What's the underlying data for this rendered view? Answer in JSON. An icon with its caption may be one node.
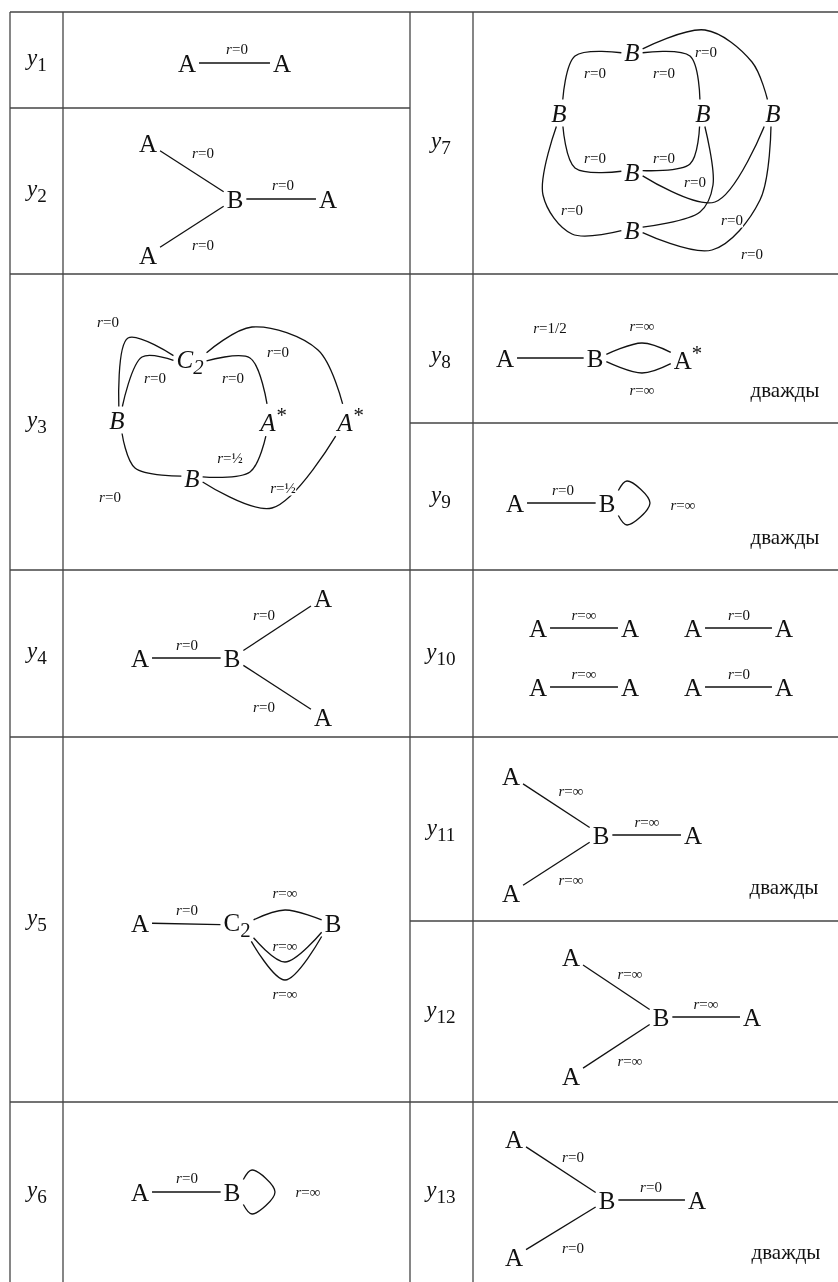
{
  "diagram": {
    "nodes": [
      {
        "text": [
          "A"
        ]
      },
      {
        "text": [
          "A"
        ]
      },
      {
        "text": [
          "A"
        ]
      },
      {
        "text": [
          "B"
        ]
      },
      {
        "text": [
          "A"
        ]
      },
      {
        "text": [
          "A"
        ]
      },
      {
        "text": [
          "C$_{2}$"
        ]
      },
      {
        "text": [
          "B"
        ]
      },
      {
        "text": [
          "A$^{*}$"
        ]
      },
      {
        "text": [
          "A$^{*}$"
        ]
      },
      {
        "text": [
          "B"
        ]
      },
      {
        "text": [
          "A"
        ]
      },
      {
        "text": [
          "B"
        ]
      },
      {
        "text": [
          "A"
        ]
      },
      {
        "text": [
          "A"
        ]
      },
      {
        "text": [
          "A"
        ]
      },
      {
        "text": [
          "C$_{2}$"
        ]
      },
      {
        "text": [
          "B"
        ]
      },
      {
        "text": [
          "A"
        ]
      },
      {
        "text": [
          "B"
        ]
      },
      {
        "text": [
          "B"
        ]
      },
      {
        "text": [
          "B"
        ]
      },
      {
        "text": [
          "B"
        ]
      },
      {
        "text": [
          "B"
        ]
      },
      {
        "text": [
          "B"
        ]
      },
      {
        "text": [
          "B"
        ]
      },
      {
        "text": [
          "A"
        ]
      },
      {
        "text": [
          "B"
        ]
      },
      {
        "text": [
          "A$^{*}$"
        ]
      },
      {
        "text": [
          "A"
        ]
      },
      {
        "text": [
          "B"
        ]
      },
      {
        "text": [
          "A"
        ]
      },
      {
        "text": [
          "A"
        ]
      },
      {
        "text": [
          "A"
        ]
      },
      {
        "text": [
          "A"
        ]
      },
      {
        "text": [
          "A"
        ]
      },
      {
        "text": [
          "A"
        ]
      },
      {
        "text": [
          "A"
        ]
      },
      {
        "text": [
          "A"
        ]
      },
      {
        "text": [
          "A"
        ]
      },
      {
        "text": [
          "B"
        ]
      },
      {
        "text": [
          "A"
        ]
      },
      {
        "text": [
          "A"
        ]
      },
      {
        "text": [
          "A"
        ]
      },
      {
        "text": [
          "B"
        ]
      },
      {
        "text": [
          "A"
        ]
      },
      {
        "text": [
          "A"
        ]
      },
      {
        "text": [
          "A"
        ]
      },
      {
        "text": [
          "B"
        ]
      },
      {
        "text": [
          "A"
        ]
      },
      {
        "text": [
          "A"
        ]
      }
    ],
    "edges": [
      {
        "from": 0,
        "to": 1,
        "arrow": "none",
        "label": "*r*=0"
      },
      {
        "from": 2,
        "to": 3,
        "arrow": "none",
        "label": "*r*=0"
      },
      {
        "from": 3,
        "to": 4,
        "arrow": "none",
        "label": "*r*=0"
      },
      {
        "from": 5,
        "to": 3,
        "arrow": "none",
        "label": "*r*=0"
      },
      {
        "from": 7,
        "to": 6,
        "arrow": "none",
        "label": "*r*=0"
      },
      {
        "from": 7,
        "to": 6,
        "arrow": "none",
        "label": "*r*=0"
      },
      {
        "from": 6,
        "to": 8,
        "arrow": "none",
        "label": "*r*=0"
      },
      {
        "from": 6,
        "to": 9,
        "arrow": "none",
        "label": "*r*=0"
      },
      {
        "from": 7,
        "to": 10,
        "arrow": "none",
        "label": "*r*=0"
      },
      {
        "from": 10,
        "to": 8,
        "arrow": "none",
        "label": "*r*=½"
      },
      {
        "from": 10,
        "to": 9,
        "arrow": "none",
        "label": "*r*=½"
      },
      {
        "from": 11,
        "to": 12,
        "arrow": "none",
        "label": "*r*=0"
      },
      {
        "from": 12,
        "to": 13,
        "arrow": "none",
        "label": "*r*=0"
      },
      {
        "from": 12,
        "to": 14,
        "arrow": "none",
        "label": "*r*=0"
      },
      {
        "from": 15,
        "to": 16,
        "arrow": "none",
        "label": "*r*=0"
      },
      {
        "from": 16,
        "to": 17,
        "arrow": "none",
        "label": "*r*=∞"
      },
      {
        "from": 16,
        "to": 17,
        "arrow": "none",
        "label": "*r*=∞"
      },
      {
        "from": 16,
        "to": 17,
        "arrow": "none",
        "label": "*r*=∞"
      },
      {
        "from": 18,
        "to": 19,
        "arrow": "none",
        "label": "*r*=0"
      },
      {
        "from": 19,
        "to": 19,
        "arrow": "none",
        "label": "*r*=∞"
      },
      {
        "from": 20,
        "to": 21,
        "arrow": "none",
        "label": "*r*=0"
      },
      {
        "from": 20,
        "to": 22,
        "arrow": "none",
        "label": "*r*=0"
      },
      {
        "from": 20,
        "to": 23,
        "arrow": "none",
        "label": "*r*=0"
      },
      {
        "from": 21,
        "to": 24,
        "arrow": "none",
        "label": "*r*=0"
      },
      {
        "from": 24,
        "to": 22,
        "arrow": "none",
        "label": "*r*=0"
      },
      {
        "from": 24,
        "to": 23,
        "arrow": "none",
        "label": "*r*=0"
      },
      {
        "from": 22,
        "to": 25,
        "arrow": "none",
        "label": "*r*=0"
      },
      {
        "from": 23,
        "to": 25,
        "arrow": "none",
        "label": "*r*=0"
      },
      {
        "from": 21,
        "to": 25,
        "arrow": "none",
        "label": "*r*=0"
      },
      {
        "from": 26,
        "to": 27,
        "arrow": "none",
        "label": "*r*=1/2"
      },
      {
        "from": 27,
        "to": 28,
        "arrow": "none",
        "label": "*r*=∞"
      },
      {
        "from": 27,
        "to": 28,
        "arrow": "none",
        "label": "*r*=∞"
      },
      {
        "from": 29,
        "to": 30,
        "arrow": "none",
        "label": "*r*=0"
      },
      {
        "from": 30,
        "to": 30,
        "arrow": "none",
        "label": "*r*=∞"
      },
      {
        "from": 31,
        "to": 32,
        "arrow": "none",
        "label": "*r*=∞"
      },
      {
        "from": 33,
        "to": 34,
        "arrow": "none",
        "label": "*r*=0"
      },
      {
        "from": 35,
        "to": 36,
        "arrow": "none",
        "label": "*r*=∞"
      },
      {
        "from": 37,
        "to": 38,
        "arrow": "none",
        "label": "*r*=0"
      },
      {
        "from": 39,
        "to": 40,
        "arrow": "none",
        "label": "*r*=∞"
      },
      {
        "from": 40,
        "to": 41,
        "arrow": "none",
        "label": "*r*=∞"
      },
      {
        "from": 42,
        "to": 40,
        "arrow": "none",
        "label": "*r*=∞"
      },
      {
        "from": 43,
        "to": 44,
        "arrow": "none",
        "label": "*r*=∞"
      },
      {
        "from": 44,
        "to": 45,
        "arrow": "none",
        "label": "*r*=∞"
      },
      {
        "from": 46,
        "to": 44,
        "arrow": "none",
        "label": "*r*=∞"
      },
      {
        "from": 47,
        "to": 48,
        "arrow": "none",
        "label": "*r*=0"
      },
      {
        "from": 48,
        "to": 49,
        "arrow": "none",
        "label": "*r*=0"
      },
      {
        "from": 50,
        "to": 48,
        "arrow": "none",
        "label": "*r*=0"
      }
    ],
    "labels": [
      "*y*$_{1}$",
      "*y*$_{7}$",
      "*y*$_{2}$",
      "*y*$_{3}$",
      "*y*$_{8}$",
      "дважды",
      "*y*$_{9}$",
      "дважды",
      "*y*$_{4}$",
      "*y*$_{10}$",
      "*y*$_{5}$",
      "*y*$_{11}$",
      "дважды",
      "*y*$_{12}$",
      "*y*$_{6}$",
      "*y*$_{13}$",
      "дважды"
    ]
  }
}
